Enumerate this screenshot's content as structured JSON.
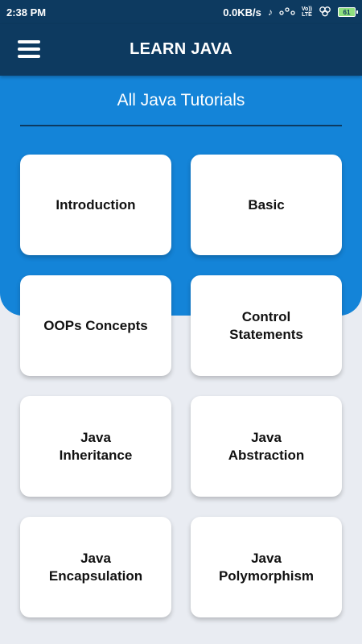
{
  "status_bar": {
    "time": "2:38 PM",
    "speed": "0.0KB/s",
    "icons": [
      "tiktok-icon",
      "hotspot-icon",
      "volte-icon",
      "sync-icon"
    ],
    "volte_top": "Vo))",
    "volte_bottom": "LTE",
    "battery": "61"
  },
  "app_bar": {
    "title": "LEARN JAVA",
    "menu_icon": "hamburger-menu-icon"
  },
  "header": {
    "subtitle": "All Java Tutorials"
  },
  "colors": {
    "app_bar": "#0d3a60",
    "header_blue": "#1484d8",
    "background": "#e9ecf2",
    "card": "#ffffff"
  },
  "cards": [
    {
      "label": "Introduction"
    },
    {
      "label": "Basic"
    },
    {
      "label": "OOPs Concepts"
    },
    {
      "label": "Control\nStatements"
    },
    {
      "label": "Java\nInheritance"
    },
    {
      "label": "Java\nAbstraction"
    },
    {
      "label": "Java\nEncapsulation"
    },
    {
      "label": "Java\nPolymorphism"
    }
  ]
}
